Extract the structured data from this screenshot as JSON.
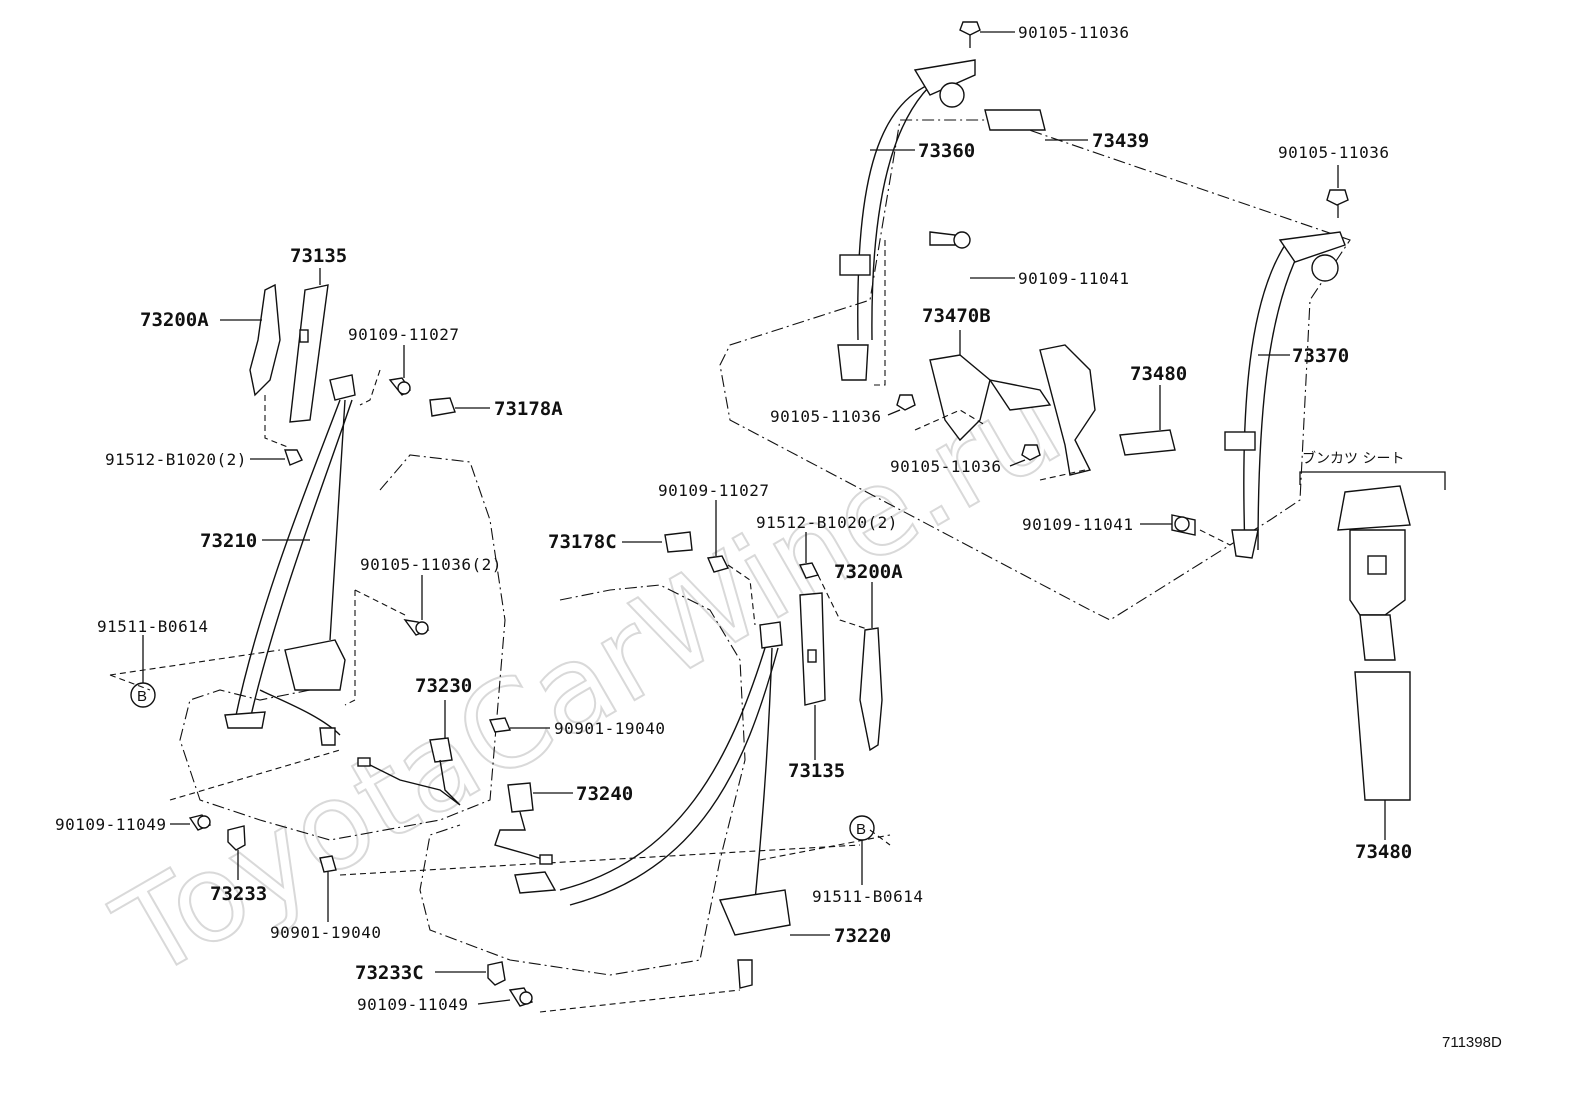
{
  "watermark": "ToyotaCarWine.ru",
  "reference_code": "711398D",
  "inset_label": "ブンカツ シート",
  "callout_b": "B",
  "labels": {
    "p90105_top": "90105-11036",
    "p73360": "73360",
    "p73439": "73439",
    "p90105_right": "90105-11036",
    "p90109_11041_a": "90109-11041",
    "p73470B": "73470B",
    "p73480_a": "73480",
    "p73370": "73370",
    "p90105_mid": "90105-11036",
    "p90105_mid2": "90105-11036",
    "p90109_11041_b": "90109-11041",
    "p73135_a": "73135",
    "p73200A_a": "73200A",
    "p90109_11027_a": "90109-11027",
    "p73178A": "73178A",
    "p91512_a": "91512-B1020(2)",
    "p73210": "73210",
    "p90105_2": "90105-11036(2)",
    "p91511_a": "91511-B0614",
    "p73230": "73230",
    "p90901_a": "90901-19040",
    "p73240": "73240",
    "p90109_11049_a": "90109-11049",
    "p73233": "73233",
    "p90901_b": "90901-19040",
    "p90109_11027_b": "90109-11027",
    "p73178C": "73178C",
    "p91512_b": "91512-B1020(2)",
    "p73200A_b": "73200A",
    "p73135_b": "73135",
    "p91511_b": "91511-B0614",
    "p73220": "73220",
    "p73233C": "73233C",
    "p90109_11049_b": "90109-11049",
    "p73480_b": "73480"
  }
}
